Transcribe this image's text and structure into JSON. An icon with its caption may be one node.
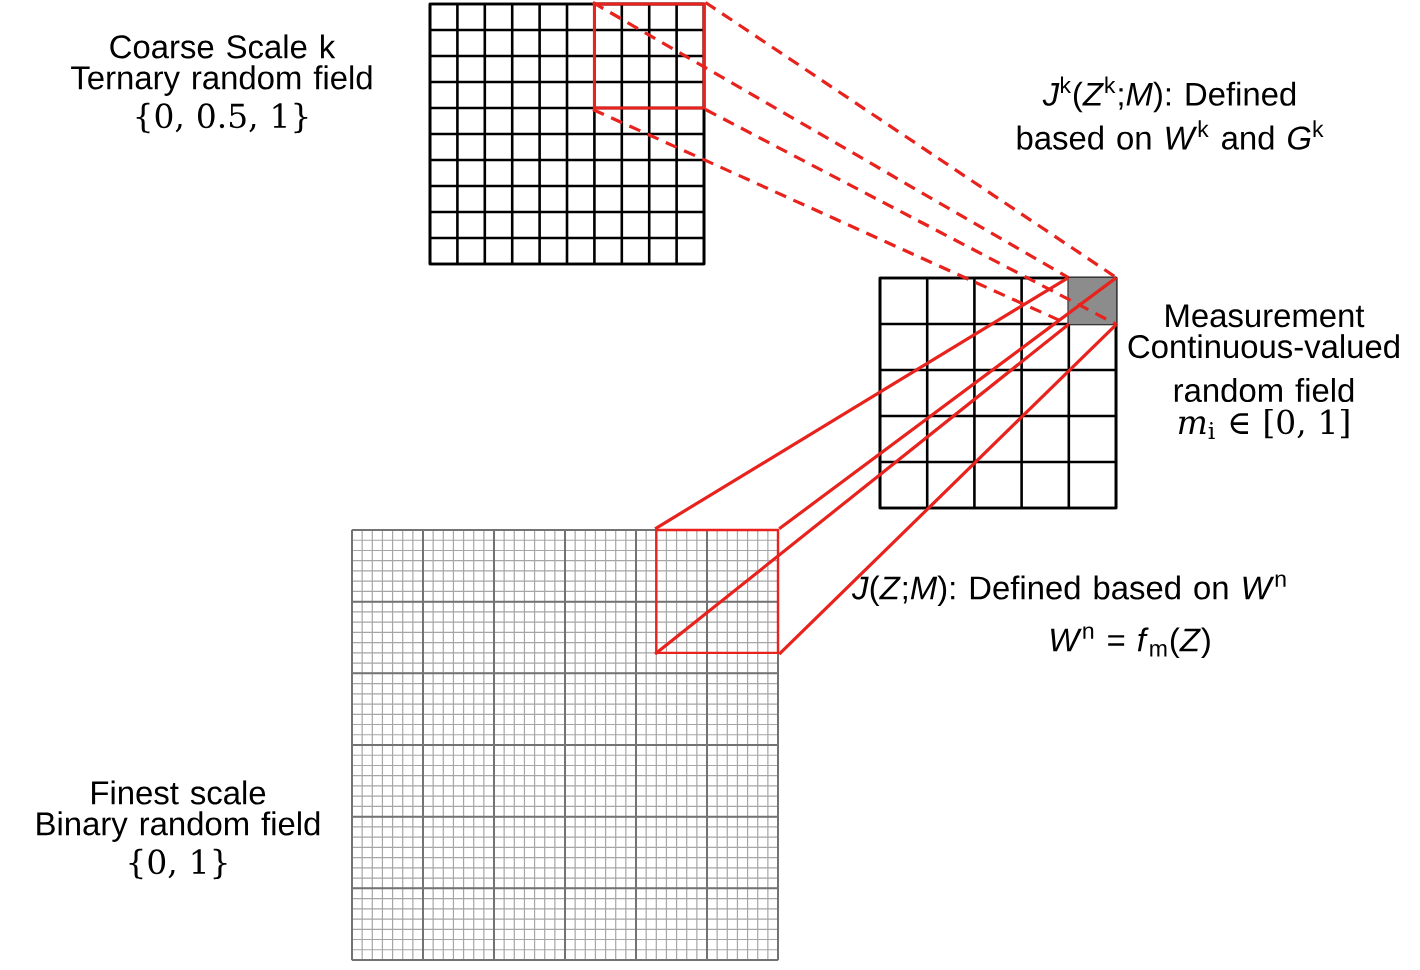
{
  "diagram": {
    "nodes": [
      {
        "text": [],
        "shape": "box",
        "beside": [
          "Coarse Scale k",
          "Ternary random field",
          "{0, 0.5, 1}"
        ]
      },
      {
        "text": [],
        "shape": "box",
        "in": 0
      },
      {
        "text": [],
        "shape": "box",
        "beside": [
          "Measurement",
          "Continuous-valued random field",
          "*m*$_{i}$ ∈ [0, 1]"
        ]
      },
      {
        "text": [],
        "shape": "box",
        "in": 2
      },
      {
        "text": [],
        "shape": "box",
        "beside": [
          "Finest scale",
          "Binary random field",
          "{0, 1}"
        ]
      },
      {
        "text": [],
        "shape": "box",
        "in": 4
      }
    ],
    "edges": [
      {
        "from": 1,
        "to": 3,
        "arrow": "none",
        "style": "dashed"
      },
      {
        "from": 1,
        "to": 3,
        "arrow": "none",
        "style": "dashed"
      },
      {
        "from": 1,
        "to": 3,
        "arrow": "none",
        "style": "dashed"
      },
      {
        "from": 1,
        "to": 3,
        "arrow": "none",
        "style": "dashed"
      },
      {
        "from": 5,
        "to": 3,
        "arrow": "none"
      },
      {
        "from": 5,
        "to": 3,
        "arrow": "none"
      },
      {
        "from": 5,
        "to": 3,
        "arrow": "none"
      },
      {
        "from": 5,
        "to": 3,
        "arrow": "none"
      }
    ],
    "labels": [
      "*J*$^{k}$(*Z*$^{k}$;*M*): Defined based on *W*$^{k}$ and *G*$^{k}$",
      "*J*(*Z*;*M*): Defined based on *W*$^{n}$",
      "*W*$^{n}$ = *f*$_{m}$(*Z*)"
    ]
  }
}
